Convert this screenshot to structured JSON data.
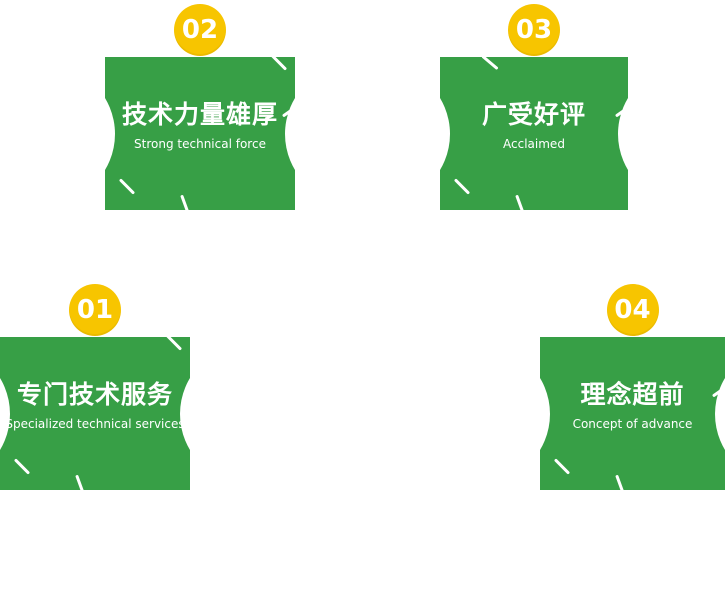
{
  "theme": {
    "green": "#379f46",
    "yellow": "#f7c500",
    "text_on_green": "#ffffff"
  },
  "cards": [
    {
      "number": "01",
      "title": "专门技术服务",
      "subtitle": "Specialized technical services"
    },
    {
      "number": "02",
      "title": "技术力量雄厚",
      "subtitle": "Strong technical force"
    },
    {
      "number": "03",
      "title": "广受好评",
      "subtitle": "Acclaimed"
    },
    {
      "number": "04",
      "title": "理念超前",
      "subtitle": "Concept of advance"
    }
  ]
}
